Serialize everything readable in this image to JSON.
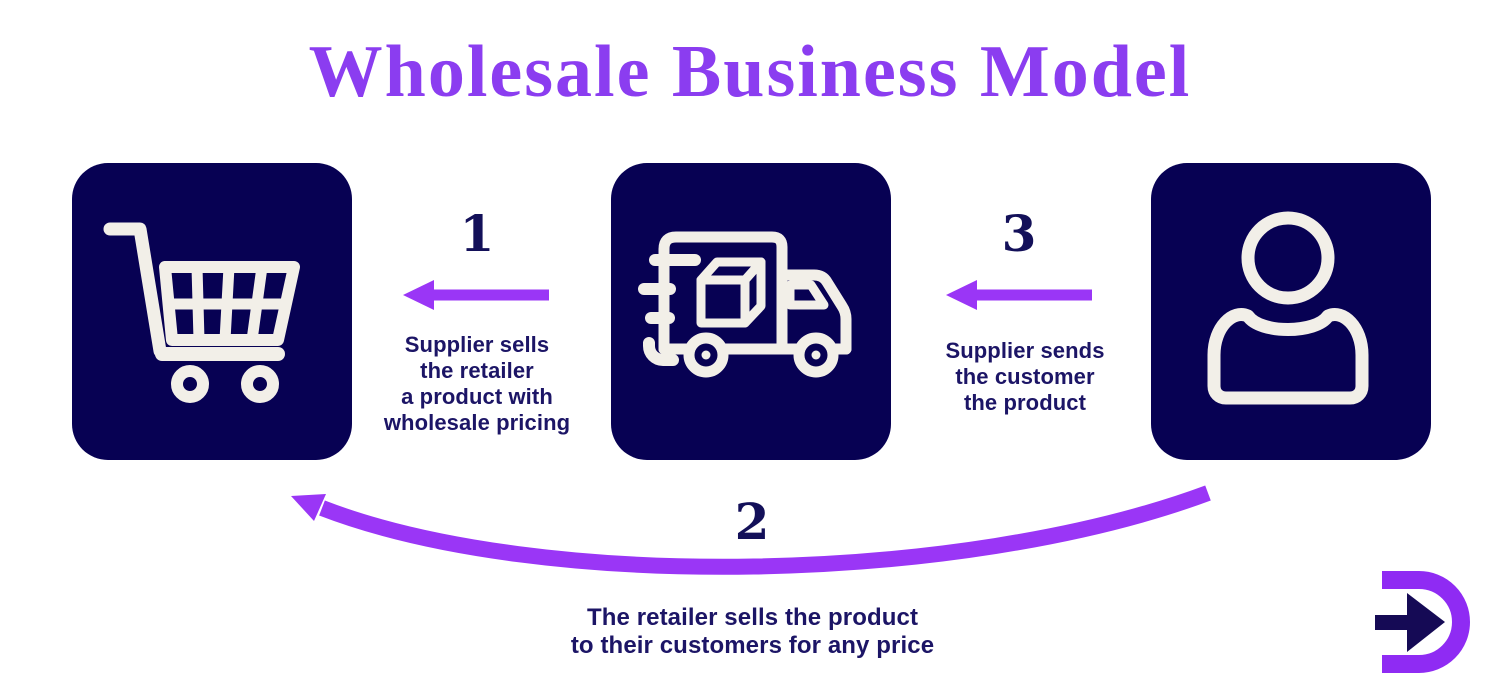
{
  "title": "Wholesale Business Model",
  "colors": {
    "title_purple": "#8b3df0",
    "arrow_purple": "#9a36f6",
    "logo_purple": "#8f2bf3",
    "panel_navy": "#070153",
    "text_navy": "#1c1566",
    "icon_cream": "#f2efe8"
  },
  "nodes": [
    {
      "id": "retailer",
      "icon": "shopping-cart-icon"
    },
    {
      "id": "supplier",
      "icon": "delivery-truck-icon"
    },
    {
      "id": "customer",
      "icon": "person-icon"
    }
  ],
  "steps": [
    {
      "number": "1",
      "lines": [
        "Supplier sells",
        "the retailer",
        "a product with",
        "wholesale pricing"
      ]
    },
    {
      "number": "2",
      "lines": [
        "The retailer sells the product",
        "to their customers for any price"
      ]
    },
    {
      "number": "3",
      "lines": [
        "Supplier sends",
        "the customer",
        "the product"
      ]
    }
  ],
  "logo": {
    "icon": "arrow-d-logo-icon"
  }
}
